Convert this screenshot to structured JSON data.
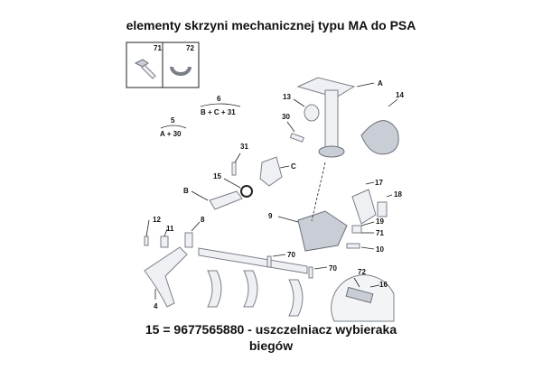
{
  "title": "elementy skrzyni mechanicznej typu MA do PSA",
  "caption": {
    "line1": "15 = 9677565880 - uszczelniacz wybieraka",
    "line2": "biegów"
  },
  "detail_boxes": [
    {
      "ref": "71"
    },
    {
      "ref": "72"
    }
  ],
  "groups": [
    {
      "ref": "5",
      "formula": "A + 30"
    },
    {
      "ref": "6",
      "formula": "B + C + 31"
    }
  ],
  "callouts": [
    {
      "id": "A",
      "text": "A"
    },
    {
      "id": "13",
      "text": "13"
    },
    {
      "id": "14",
      "text": "14"
    },
    {
      "id": "30",
      "text": "30"
    },
    {
      "id": "31",
      "text": "31"
    },
    {
      "id": "C",
      "text": "C"
    },
    {
      "id": "15",
      "text": "15"
    },
    {
      "id": "B",
      "text": "B"
    },
    {
      "id": "17",
      "text": "17"
    },
    {
      "id": "18",
      "text": "18"
    },
    {
      "id": "9",
      "text": "9"
    },
    {
      "id": "19",
      "text": "19"
    },
    {
      "id": "71b",
      "text": "71"
    },
    {
      "id": "10",
      "text": "10"
    },
    {
      "id": "12",
      "text": "12"
    },
    {
      "id": "11",
      "text": "11"
    },
    {
      "id": "8",
      "text": "8"
    },
    {
      "id": "70a",
      "text": "70"
    },
    {
      "id": "70b",
      "text": "70"
    },
    {
      "id": "72b",
      "text": "72"
    },
    {
      "id": "16",
      "text": "16"
    },
    {
      "id": "4",
      "text": "4"
    }
  ],
  "colors": {
    "part": "#eef0f3",
    "outline": "#7a7f88",
    "text": "#111111"
  }
}
